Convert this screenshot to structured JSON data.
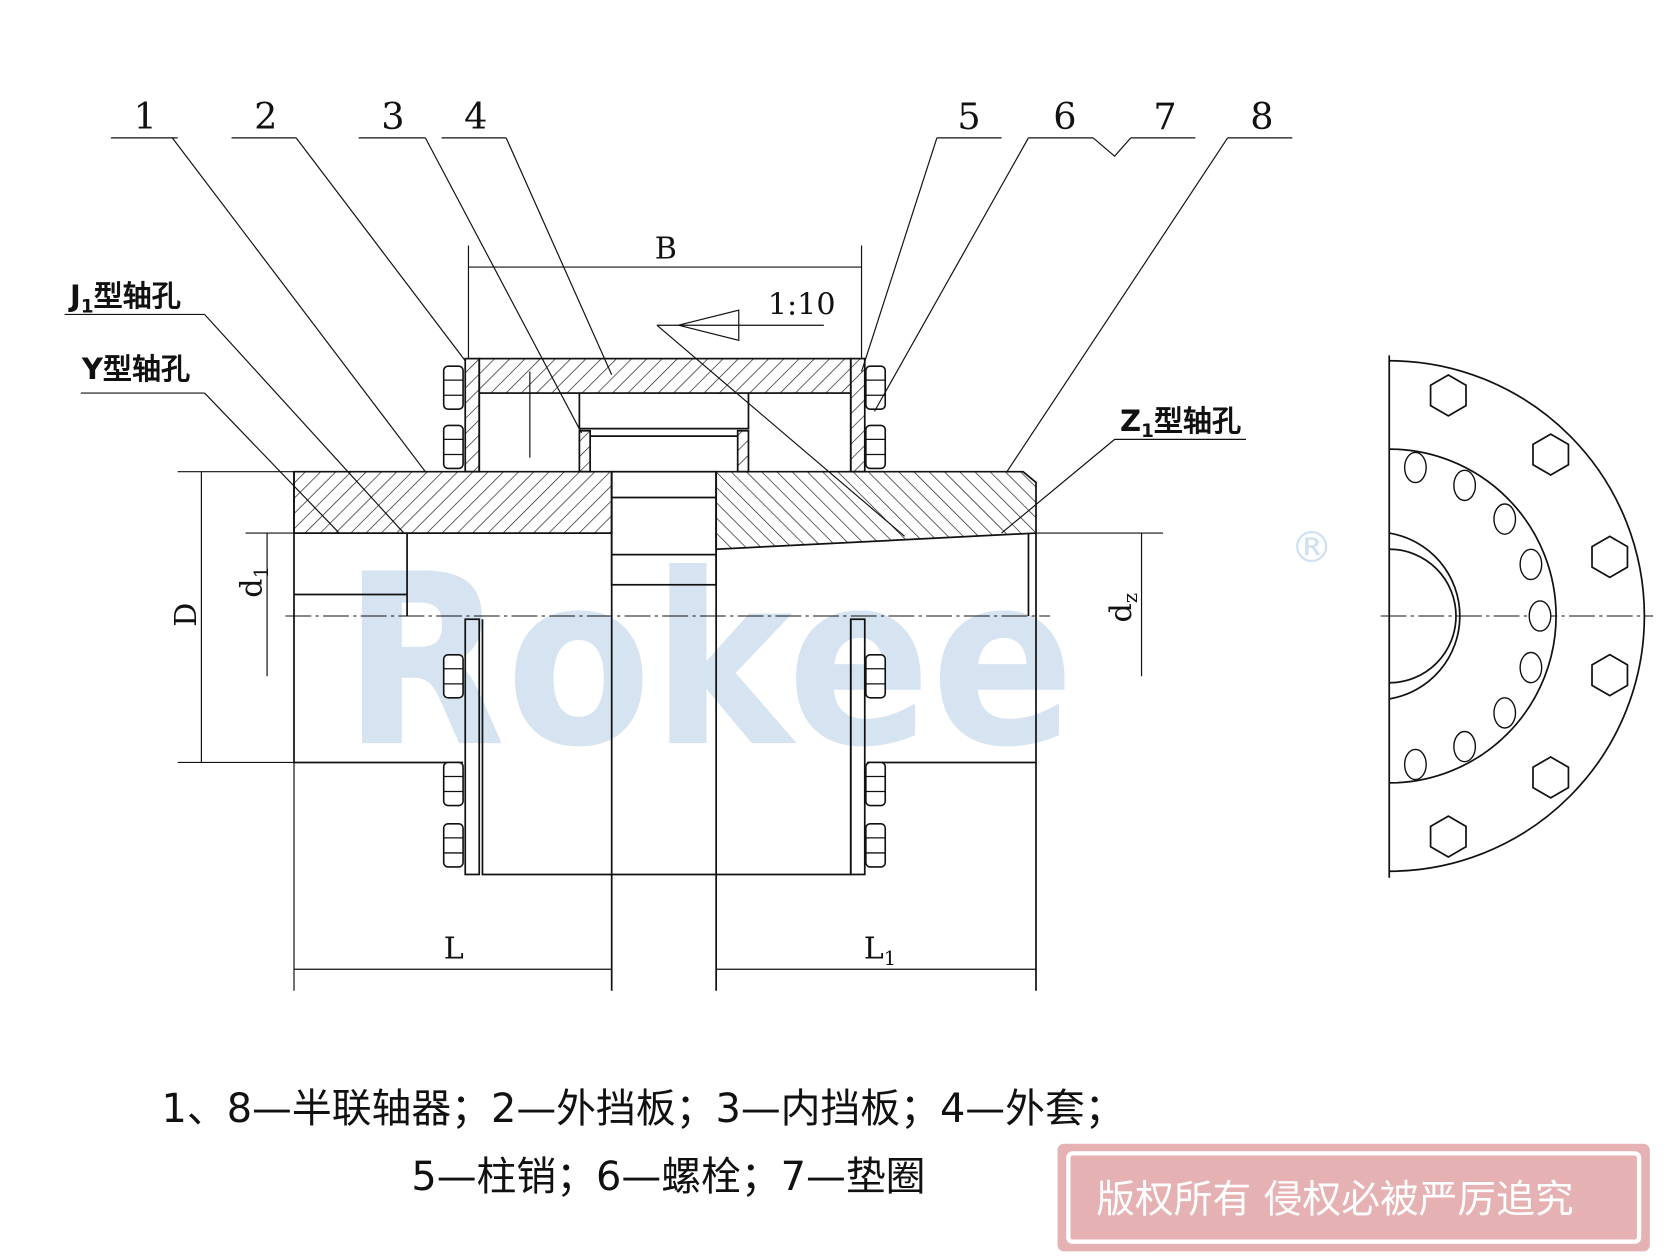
{
  "part_labels": [
    "1",
    "2",
    "3",
    "4",
    "5",
    "6",
    "7",
    "8"
  ],
  "bore_labels": {
    "j1": {
      "main": "J",
      "sub": "1",
      "suffix": "型轴孔"
    },
    "y": "Y型轴孔",
    "z1": {
      "main": "Z",
      "sub": "1",
      "suffix": "型轴孔"
    }
  },
  "dimensions": {
    "B": "B",
    "taper": "1:10",
    "D": "D",
    "d1": {
      "main": "d",
      "sub": "1"
    },
    "dz": {
      "main": "d",
      "sub": "z"
    },
    "L": "L",
    "L1": {
      "main": "L",
      "sub": "1"
    }
  },
  "caption": {
    "line1": "1、8—半联轴器；2—外挡板；3—内挡板；4—外套；",
    "line2": "5—柱销；6—螺栓；7—垫圈"
  },
  "watermark": {
    "text": "Rokee",
    "mark": "®",
    "color": "#cfe0ef"
  },
  "stamp": {
    "text": "版权所有 侵权必被严厉追究",
    "color": "#e2a9aa"
  }
}
